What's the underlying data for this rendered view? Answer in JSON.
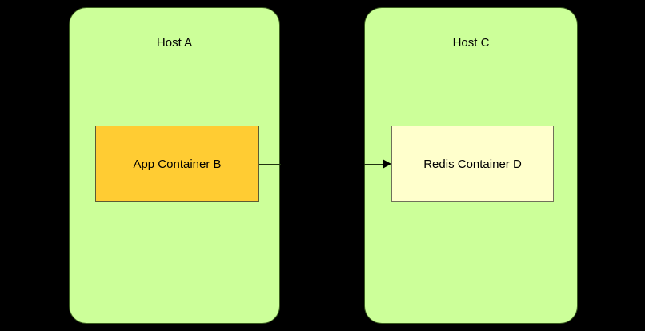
{
  "diagram": {
    "background_color": "#000000",
    "title_text": "",
    "hosts": [
      {
        "id": "host-a",
        "label": "Host A",
        "fill": "#ccff99",
        "stroke": "#3a5c1f"
      },
      {
        "id": "host-c",
        "label": "Host C",
        "fill": "#ccff99",
        "stroke": "#3a5c1f"
      }
    ],
    "containers": [
      {
        "id": "app-container-b",
        "label": "App Container B",
        "parent": "Host A",
        "fill": "#ffcc33",
        "stroke": "#5c5a33"
      },
      {
        "id": "redis-container-d",
        "label": "Redis Container D",
        "parent": "Host C",
        "fill": "#ffffcc",
        "stroke": "#70705a"
      }
    ],
    "connections": [
      {
        "id": "edge-app-to-redis",
        "from": "App Container B",
        "to": "Redis Container D",
        "label": "",
        "arrow": "single",
        "stroke": "#1f3310"
      }
    ]
  }
}
